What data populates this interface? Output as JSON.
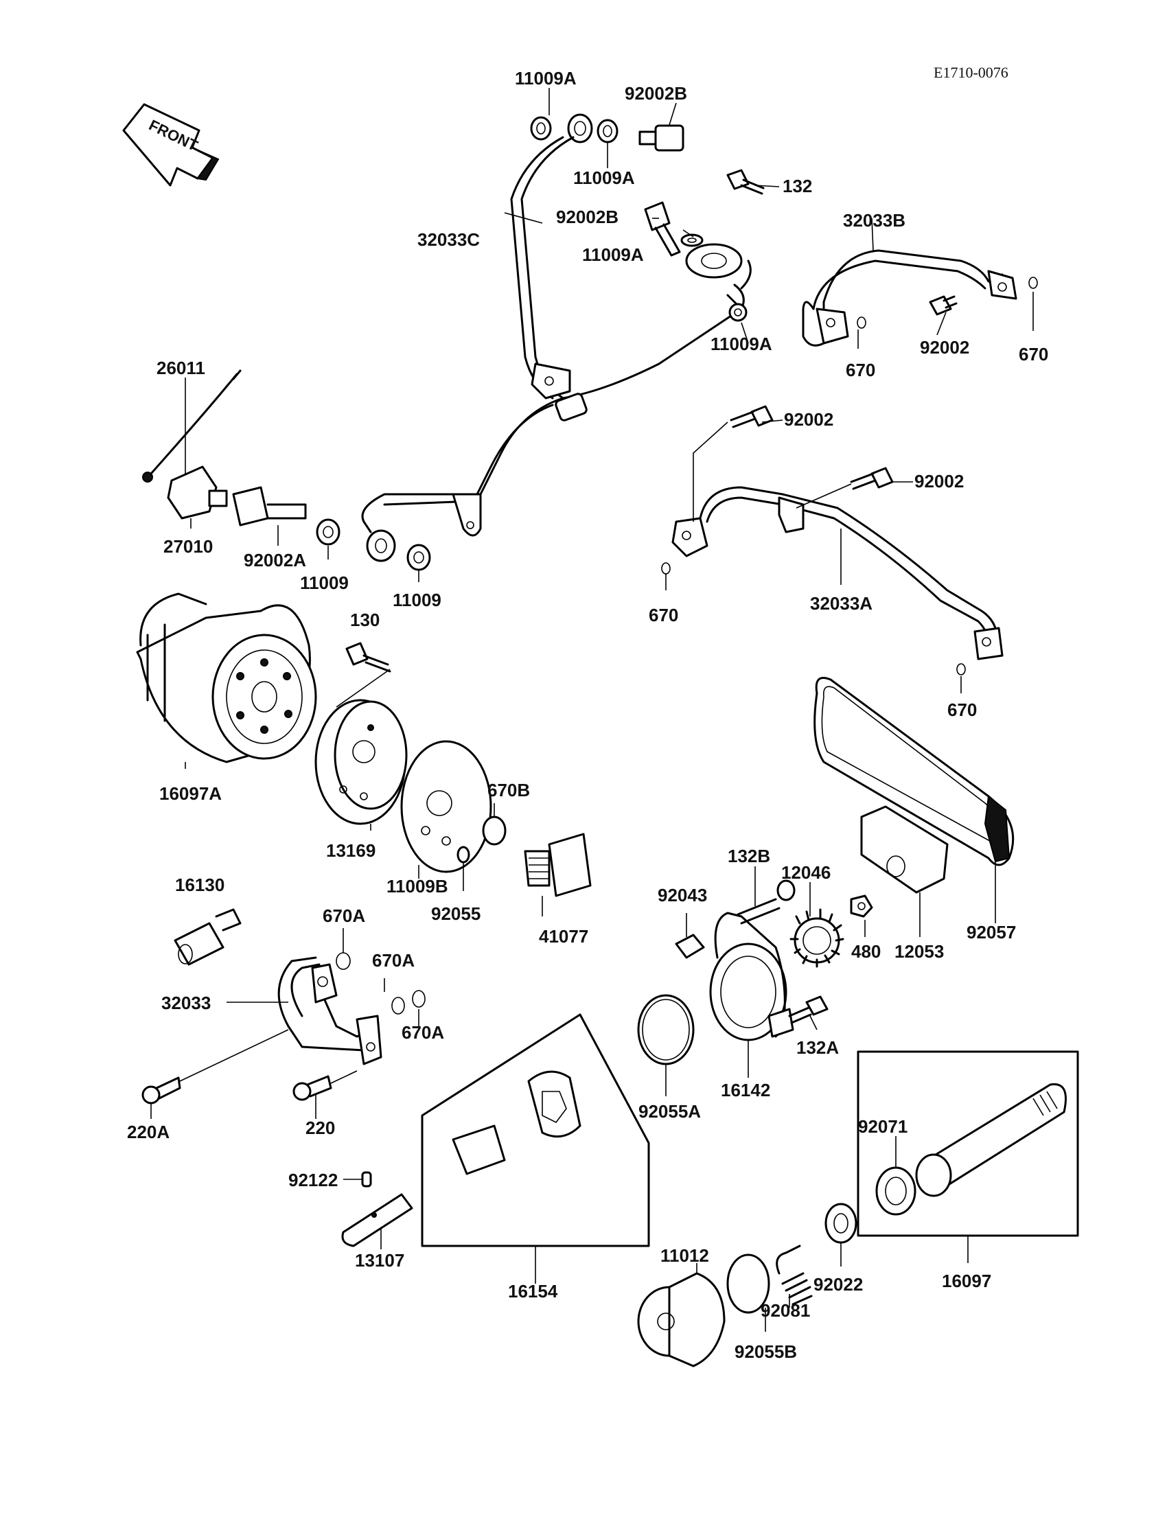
{
  "diagram_code": "E1710-0076",
  "front_arrow_text": "FRONT",
  "labels": {
    "l_11009A_top": "11009A",
    "l_92002B_top": "92002B",
    "l_11009A_b": "11009A",
    "l_132_top": "132",
    "l_92002B_mid": "92002B",
    "l_11009A_mid": "11009A",
    "l_32033C": "32033C",
    "l_11009A_r": "11009A",
    "l_32033B": "32033B",
    "l_670_b1": "670",
    "l_92002_b": "92002",
    "l_670_b2": "670",
    "l_26011": "26011",
    "l_92002_m1": "92002",
    "l_92002_m2": "92002",
    "l_27010": "27010",
    "l_92002A": "92002A",
    "l_11009_1": "11009",
    "l_11009_2": "11009",
    "l_670_a1": "670",
    "l_32033A": "32033A",
    "l_130": "130",
    "l_670_a2": "670",
    "l_16097A": "16097A",
    "l_13169": "13169",
    "l_670B": "670B",
    "l_11009B": "11009B",
    "l_92055": "92055",
    "l_41077": "41077",
    "l_16130": "16130",
    "l_670A_1": "670A",
    "l_670A_2": "670A",
    "l_670A_3": "670A",
    "l_32033": "32033",
    "l_132B": "132B",
    "l_12046": "12046",
    "l_92043": "92043",
    "l_480": "480",
    "l_12053": "12053",
    "l_92057": "92057",
    "l_132A": "132A",
    "l_16142": "16142",
    "l_92055A": "92055A",
    "l_220A": "220A",
    "l_220": "220",
    "l_92071": "92071",
    "l_92122": "92122",
    "l_13107": "13107",
    "l_16154": "16154",
    "l_11012": "11012",
    "l_92022": "92022",
    "l_92081": "92081",
    "l_16097": "16097",
    "l_92055B": "92055B"
  }
}
